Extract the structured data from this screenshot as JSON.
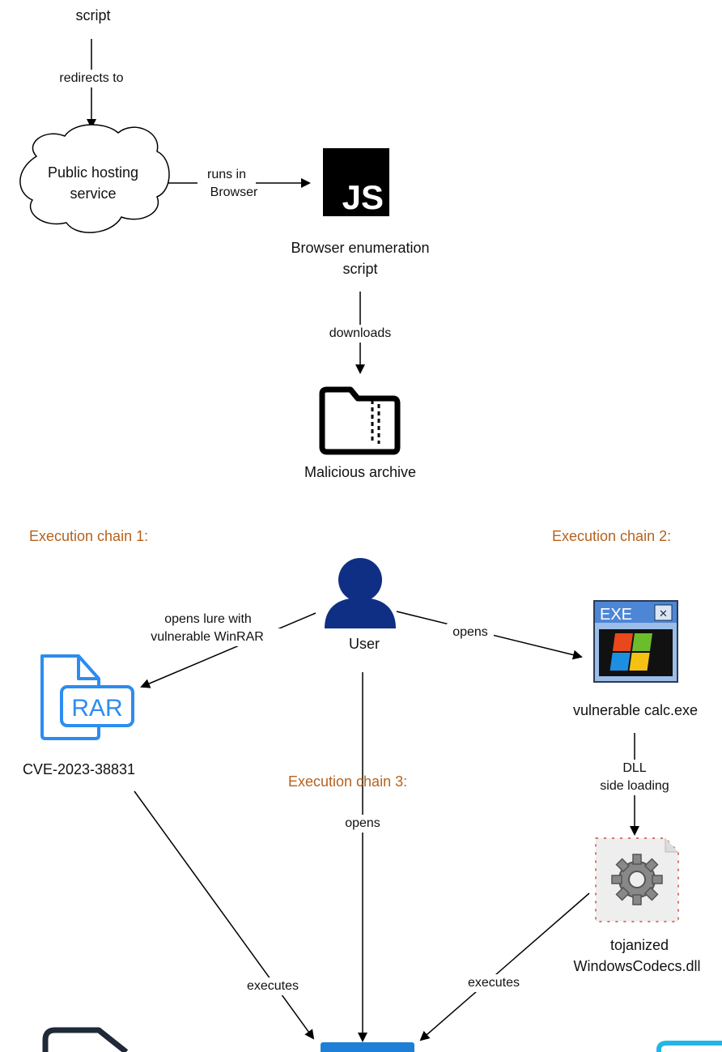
{
  "nodes": {
    "script_top": "script",
    "hosting": [
      "Public hosting",
      "service"
    ],
    "enum_script": [
      "Browser enumeration",
      "script"
    ],
    "archive": "Malicious archive",
    "user": "User",
    "rar_cve": "CVE-2023-38831",
    "calc": "vulnerable calc.exe",
    "dll": [
      "tojanized",
      "WindowsCodecs.dll"
    ]
  },
  "icons": {
    "js_badge": "JS",
    "rar_badge": "RAR",
    "exe_title": "EXE",
    "exe_close": "✕"
  },
  "edges": {
    "redirects_to": "redirects to",
    "runs_in": [
      "runs in",
      "Browser"
    ],
    "downloads": "downloads",
    "opens_lure": [
      "opens lure with",
      "vulnerable WinRAR"
    ],
    "opens_calc": "opens",
    "opens_center": "opens",
    "dll_side": [
      "DLL",
      "side loading"
    ],
    "executes_left": "executes",
    "executes_right": "executes"
  },
  "chains": {
    "chain1": "Execution chain 1:",
    "chain2": "Execution chain 2:",
    "chain3": "Execution chain 3:"
  },
  "colors": {
    "chain_label": "#b5621e",
    "user_icon": "#0f2f85",
    "rar_icon": "#2d8cf0",
    "bottom_box": "#1e7fd6"
  }
}
